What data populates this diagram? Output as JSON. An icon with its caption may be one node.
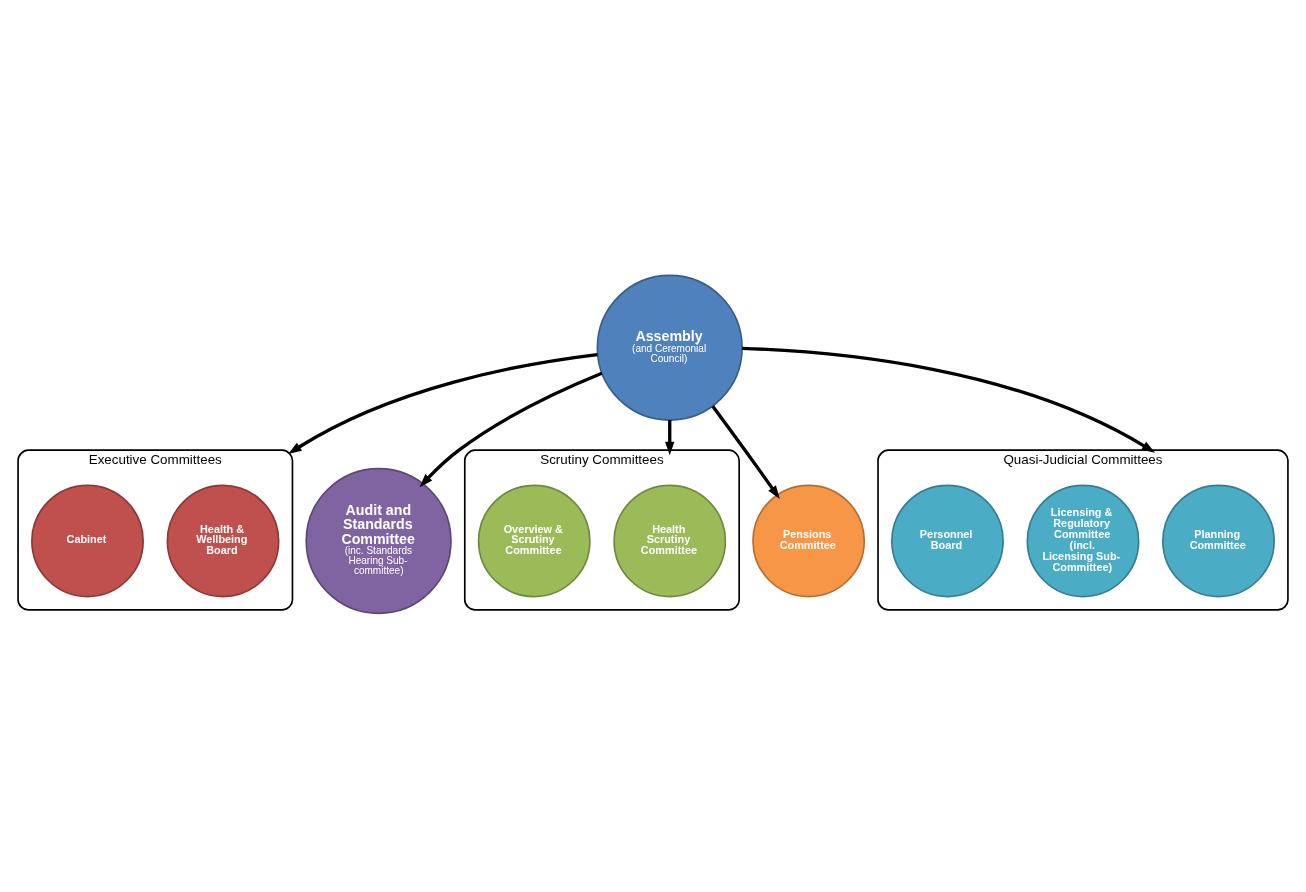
{
  "diagram": {
    "nodes": [
      {
        "text": [
          "Executive Committees"
        ]
      },
      {
        "text": [
          "Health & Wellbeing Board"
        ],
        "in": 0
      },
      {
        "text": [
          "Cabinet"
        ],
        "in": 0
      },
      {
        "text": [
          "Assembly",
          "(and Ceremonial Council)"
        ]
      },
      {
        "text": [
          "Audit and Standards Committee",
          "(inc. Standards Hearing Sub-committee)"
        ]
      },
      {
        "text": [
          "Scrutiny Committees"
        ]
      },
      {
        "text": [
          "Health Scrutiny Committee"
        ],
        "in": 5
      },
      {
        "text": [
          "Overview & Scrutiny Committee"
        ],
        "in": 5
      },
      {
        "text": [
          "Pensions Committee"
        ]
      },
      {
        "text": [
          "Quasi-Judicial Committees"
        ]
      },
      {
        "text": [
          "Planning Committee"
        ],
        "in": 9
      },
      {
        "text": [
          "Licensing & Regulatory Committee (incl. Licensing Sub-Committee)"
        ],
        "in": 9
      },
      {
        "text": [
          "Personnel Board"
        ],
        "in": 9
      }
    ],
    "edges": [
      {
        "from": 3,
        "to": 0,
        "arrow": "to"
      },
      {
        "from": 3,
        "to": 4,
        "arrow": "to"
      },
      {
        "from": 3,
        "to": 5,
        "arrow": "to"
      },
      {
        "from": 3,
        "to": 8,
        "arrow": "to"
      },
      {
        "from": 3,
        "to": 9,
        "arrow": "to"
      }
    ]
  }
}
